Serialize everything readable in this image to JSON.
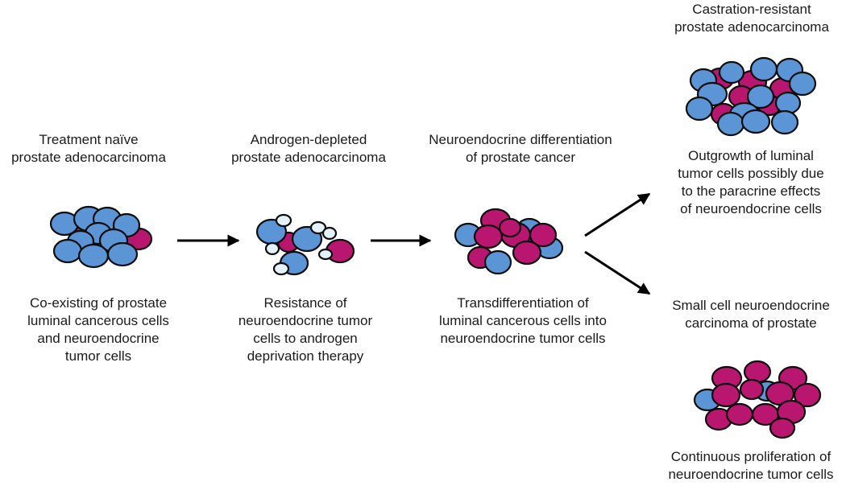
{
  "colors": {
    "luminal": "#5b95d6",
    "neuroendocrine": "#b8166f",
    "depleted": "#e3f1f8",
    "outline": "#0d0d0d",
    "text": "#1a1a1a"
  },
  "stages": [
    {
      "title": "Treatment naïve\nprostate adenocarcinoma",
      "caption": "Co-existing of prostate\nluminal cancerous cells\nand neuroendocrine\ntumor cells"
    },
    {
      "title": "Androgen-depleted\nprostate adenocarcinoma",
      "caption": "Resistance of\nneuroendocrine tumor\ncells to androgen\ndeprivation therapy"
    },
    {
      "title": "Neuroendocrine differentiation\nof prostate cancer",
      "caption": "Transdifferentiation of\nluminal cancerous cells into\nneuroendocrine tumor cells"
    }
  ],
  "outcomes": [
    {
      "title": "Castration-resistant\nprostate adenocarcinoma",
      "caption": "Outgrowth of luminal\ntumor cells possibly due\nto the paracrine effects\nof neuroendocrine cells"
    },
    {
      "title": "Small cell neuroendocrine\ncarcinoma of prostate",
      "caption": "Continuous proliferation of\nneuroendocrine tumor cells"
    }
  ]
}
